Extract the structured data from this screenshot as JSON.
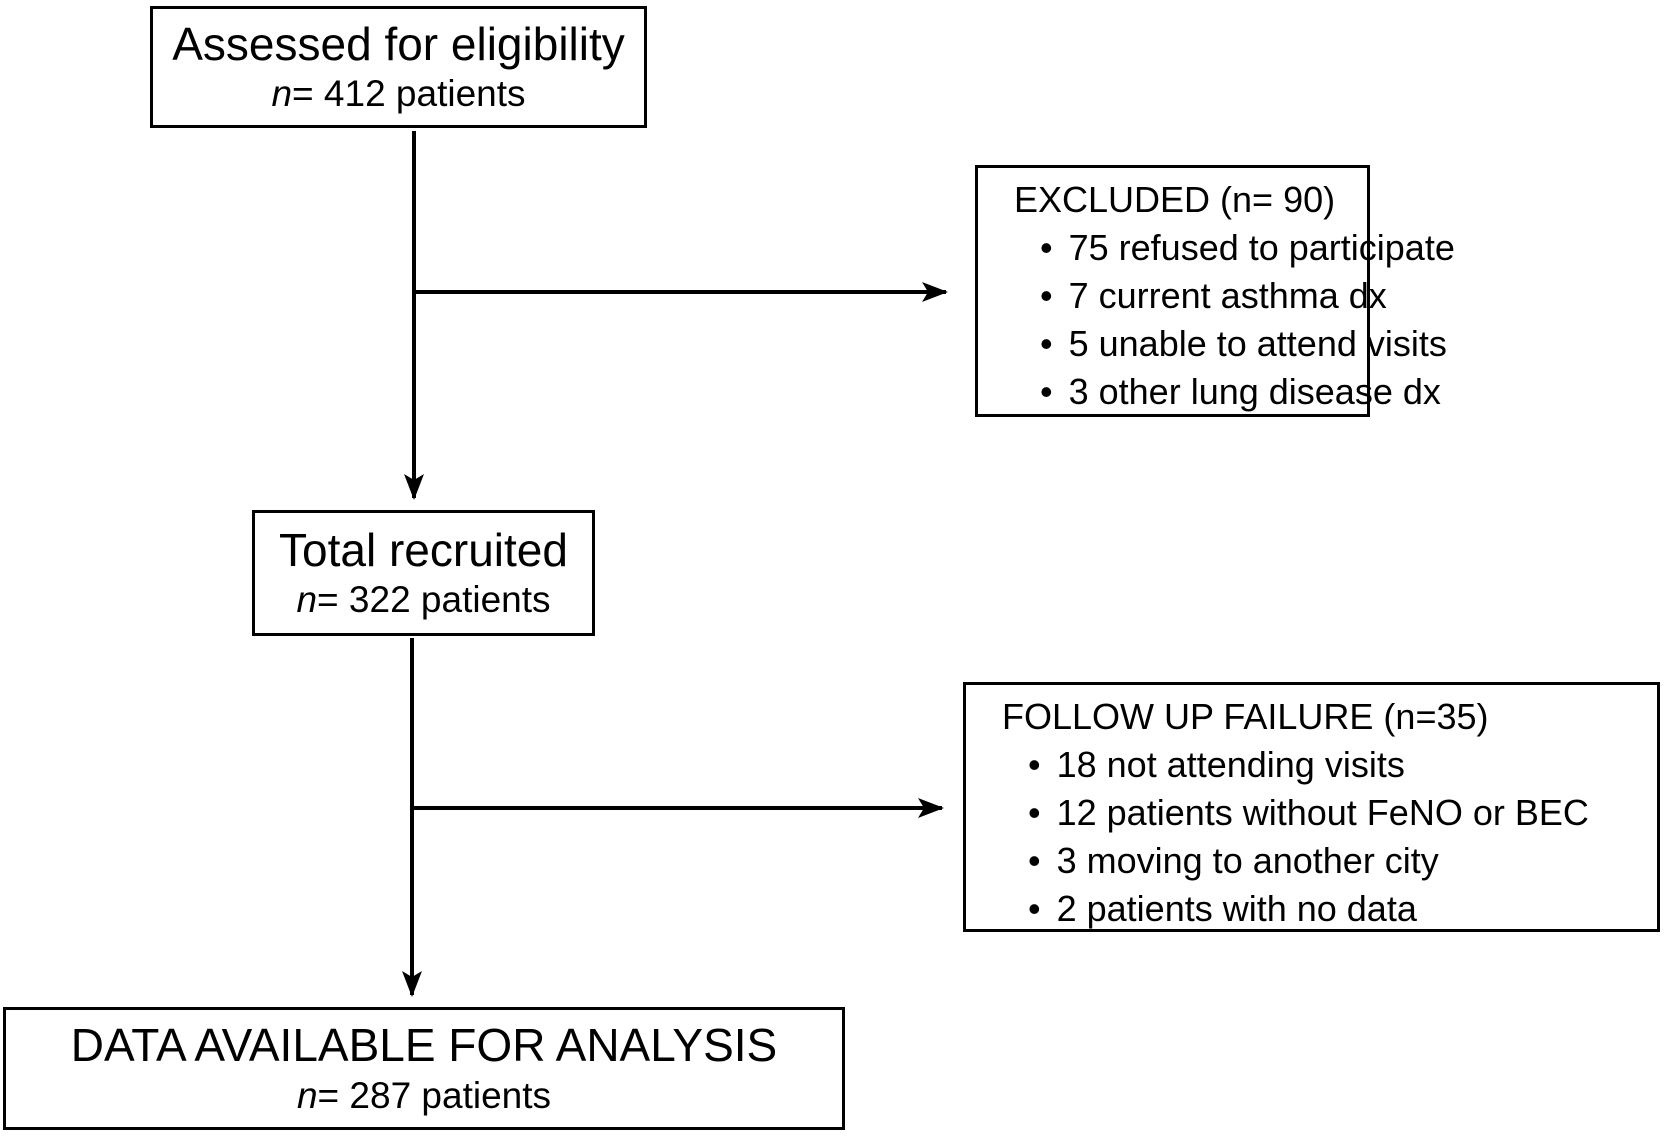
{
  "figure": {
    "background_color": "#ffffff",
    "line_color": "#000000",
    "bullet_glyph": "•"
  },
  "flow": {
    "assessed": {
      "title": "Assessed for eligibility",
      "n_label": "n",
      "n_rest": "= 412 patients"
    },
    "excluded": {
      "title": "EXCLUDED (n= 90)",
      "items": [
        "75 refused to participate",
        "7 current asthma dx",
        "5 unable to attend visits",
        "3 other lung disease dx"
      ]
    },
    "recruited": {
      "title": "Total recruited",
      "n_label": "n",
      "n_rest": "= 322 patients"
    },
    "follow_up_failure": {
      "title": "FOLLOW UP FAILURE (n=35)",
      "items": [
        "18 not attending visits",
        "12 patients without FeNO or BEC",
        "3 moving to another city",
        "2 patients with no data"
      ]
    },
    "analysis": {
      "title": "DATA AVAILABLE FOR ANALYSIS",
      "n_label": "n",
      "n_rest": "= 287 patients"
    }
  }
}
